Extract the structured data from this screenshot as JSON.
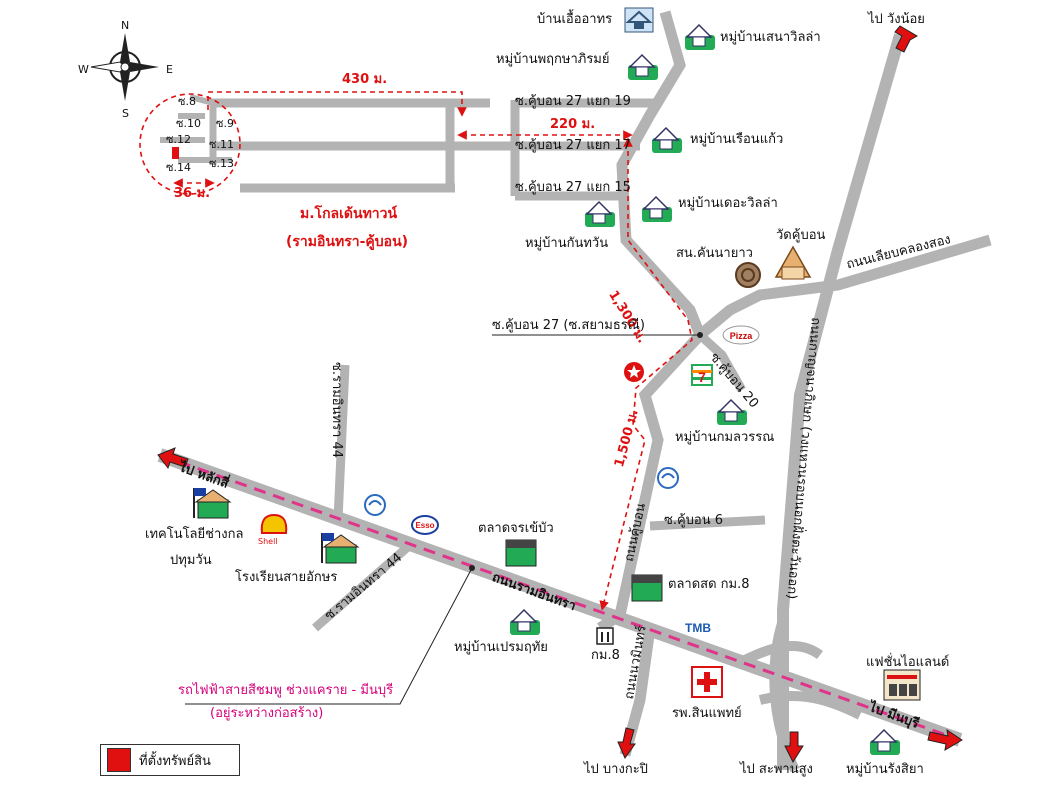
{
  "compass": {
    "n": "N",
    "s": "S",
    "e": "E",
    "w": "W"
  },
  "colors": {
    "road": "#b3b3b3",
    "route": "#e01010",
    "rail": "#e0338a",
    "property": "#e01010",
    "arrow": "#e01010"
  },
  "distances": {
    "d430": "430 ม.",
    "d220": "220 ม.",
    "d36": "36 ม.",
    "d1300": "1,300 ม.",
    "d1500": "1,500 ม."
  },
  "soi_small": {
    "s8": "ซ.8",
    "s9": "ซ.9",
    "s10": "ซ.10",
    "s11": "ซ.11",
    "s12": "ซ.12",
    "s13": "ซ.13",
    "s14": "ซ.14"
  },
  "project": {
    "name": "ม.โกลเด้นทาวน์",
    "sub": "(รามอินทรา-คู้บอน)"
  },
  "streets": {
    "kb27_19": "ซ.คู้บอน 27 แยก 19",
    "kb27_17": "ซ.คู้บอน 27 แยก 17",
    "kb27_15": "ซ.คู้บอน 27 แยก 15",
    "kb27": "ซ.คู้บอน 27 (ซ.สยามธรณี)",
    "kb20": "ซ.คู้บอน 20",
    "kb6": "ซ.คู้บอน 6",
    "kubon_rd": "ถนนคู้บอน",
    "ram44": "ซ.รามอินทรา 44",
    "ram44_top": "ซ.รามอินทรา 44",
    "ramintra_rd": "ถนนรามอินทรา",
    "east_ring": "ถนนกาญจนาภิเษก (วงแหวนรอบนอกฝั่งตะวันออก)",
    "khlongsong": "ถนนเลียบคลองสอง",
    "nawamin": "ถนนนวมินทร์"
  },
  "places": {
    "ban_ueaartorn": "บ้านเอื้ออาทร",
    "sena_villa": "หมู่บ้านเสนาวิลล่า",
    "pinthon": "หมู่บ้านพฤกษาภิรมย์",
    "ruenkaew": "หมู่บ้านเรือนแก้ว",
    "the_villa": "หมู่บ้านเดอะวิลล่า",
    "kanthawan": "หมู่บ้านกันทวัน",
    "kannayao": "สน.คันนายาว",
    "wat_kubon": "วัดคู้บอน",
    "kamonwan": "หมู่บ้านกมลวรรณ",
    "technology_school": "เทคโนโลยีช่างกล",
    "technology_school2": "ปทุมวัน",
    "saiaksorn_school": "โรงเรียนสายอักษร",
    "talat_jorakhebua": "ตลาดจรเข้บัว",
    "talat_km8": "ตลาดสด กม.8",
    "premruethai": "หมู่บ้านเปรมฤทัย",
    "km8": "กม.8",
    "hospital": "รพ.สินแพทย์",
    "fashion_island": "แฟชั่นไอแลนด์",
    "rangsiya": "หมู่บ้านรังสิยา",
    "pizza": "Pizza",
    "seven": "7",
    "tmb": "TMB",
    "esso": "Esso",
    "shell": "Shell"
  },
  "directions": {
    "wangnoi": "ไป วังน้อย",
    "laksi": "ไป หลักสี่",
    "minburi": "ไป มีนบุรี",
    "bangkapi": "ไป บางกะปิ",
    "saphansung": "ไป สะพานสูง"
  },
  "rail": {
    "line": "รถไฟฟ้าสายสีชมพู ช่วงแคราย - มีนบุรี",
    "note": "(อยู่ระหว่างก่อสร้าง)"
  },
  "legend": {
    "label": "ที่ตั้งทรัพย์สิน"
  }
}
